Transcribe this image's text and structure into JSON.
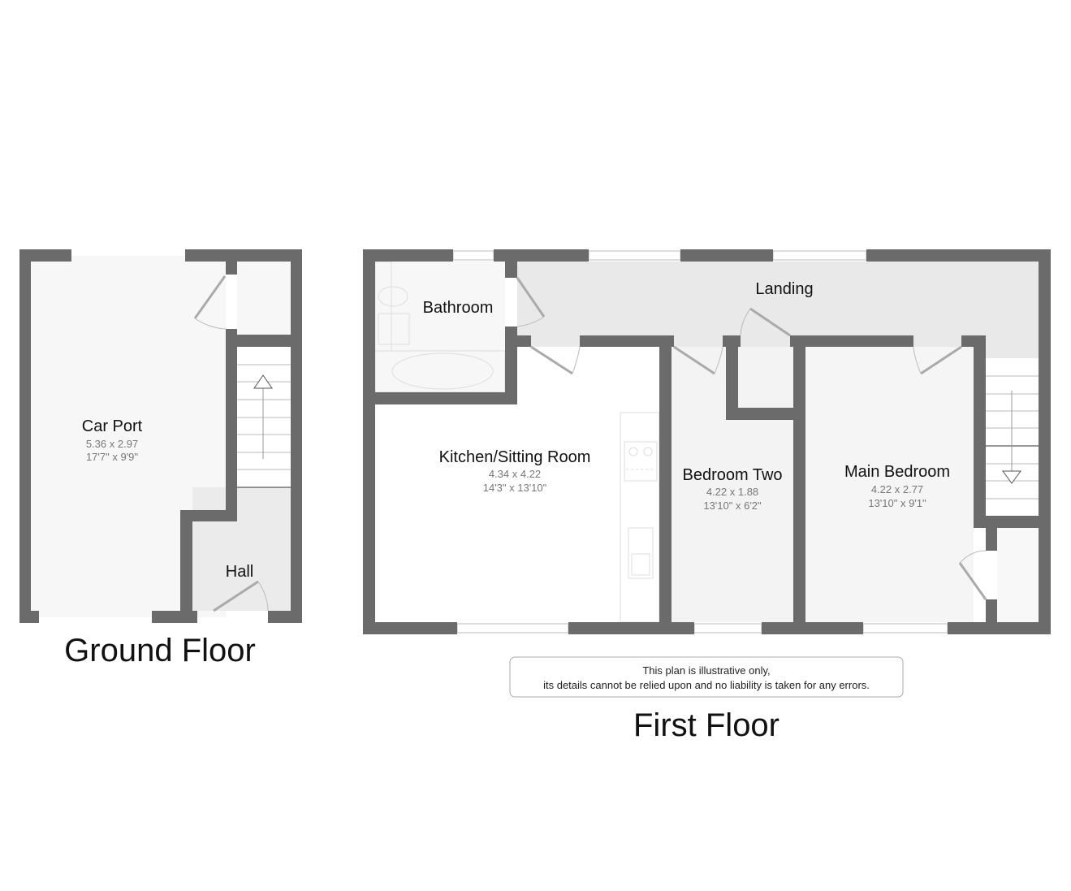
{
  "ground_floor": {
    "title": "Ground Floor",
    "rooms": [
      {
        "name": "Car Port",
        "metric": "5.36 x 2.97",
        "imperial": "17'7\" x 9'9\""
      },
      {
        "name": "Hall"
      }
    ]
  },
  "first_floor": {
    "title": "First Floor",
    "rooms": [
      {
        "name": "Bathroom"
      },
      {
        "name": "Landing"
      },
      {
        "name": "Kitchen/Sitting Room",
        "metric": "4.34 x 4.22",
        "imperial": "14'3\" x 13'10\""
      },
      {
        "name": "Bedroom Two",
        "metric": "4.22 x 1.88",
        "imperial": "13'10\" x 6'2\""
      },
      {
        "name": "Main Bedroom",
        "metric": "4.22 x 2.77",
        "imperial": "13'10\" x 9'1\""
      }
    ]
  },
  "disclaimer": {
    "line1": "This plan is illustrative only,",
    "line2": "its details cannot be relied upon and no liability is taken for any errors."
  },
  "colors": {
    "wall": "#6b6b6b",
    "room_fill": "#f6f6f6",
    "hall_fill": "#ebebeb"
  }
}
